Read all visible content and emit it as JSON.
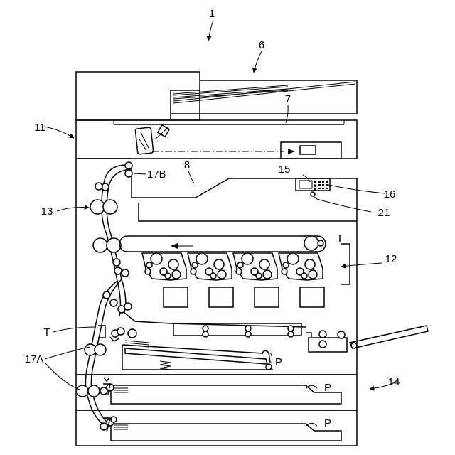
{
  "figure": {
    "labels": {
      "printer": "1",
      "document_feeder": "6",
      "platen": "7",
      "output_tray": "8",
      "scanner": "11",
      "image_forming_section": "12",
      "fixing_unit": "13",
      "feed_section": "14",
      "operation_panel": "15",
      "display_unit": "16",
      "sensor": "21",
      "path_sensor_upper": "17B",
      "path_sensor_lower": "17A",
      "transport_path": "T",
      "paper_manual": "P",
      "paper_cassette_1": "P",
      "paper_cassette_2": "P"
    }
  }
}
